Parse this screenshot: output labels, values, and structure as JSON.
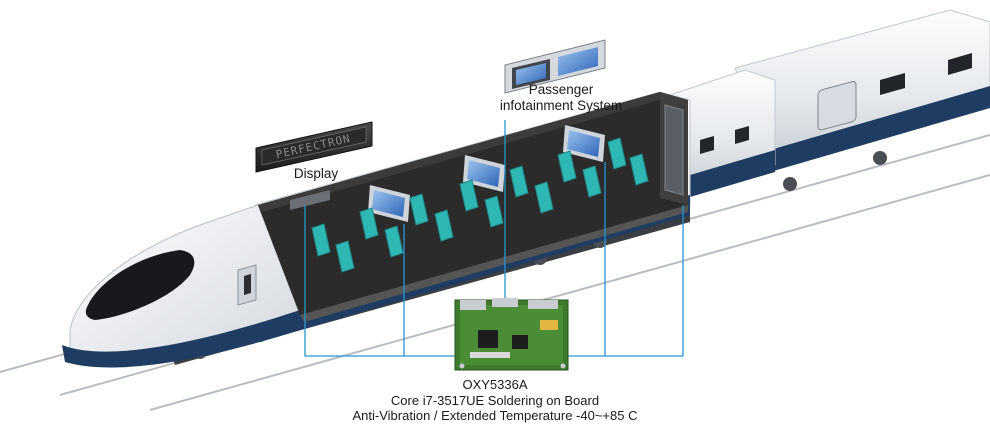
{
  "labels": {
    "display": "Display",
    "pis_line1": "Passenger",
    "pis_line2": "infotainment System",
    "display_panel_text": "PERFECTRON"
  },
  "product": {
    "model": "OXY5336A",
    "line2": "Core i7-3517UE Soldering on Board",
    "line3": "Anti-Vibration / Extended Temperature -40~+85 C"
  },
  "colors": {
    "connector": "#2a95d0",
    "train_body": "#eef1f4",
    "train_stripe": "#1f3d63",
    "interior": "#2b2b2b",
    "seat": "#2fb7b4",
    "board_pcb": "#3d7a2c"
  }
}
